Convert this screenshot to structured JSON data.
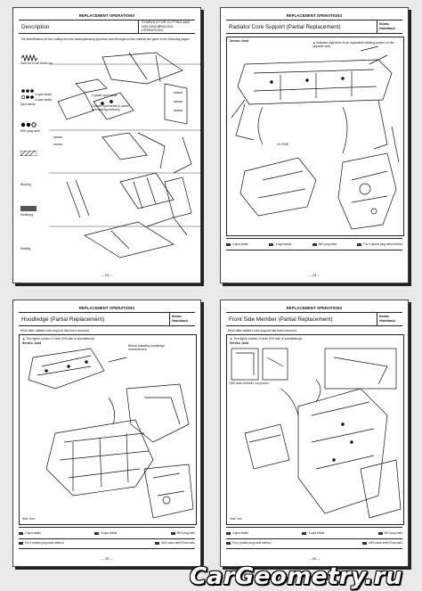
{
  "pages": [
    {
      "section": "REPLACEMENT OPERATIONS",
      "title": "Description",
      "subtitle": "SYMBOLS FOR CUTTING AND WELDING/BRAZING OPERATIONS",
      "intro": "The identification for the cutting and the welding/brazing symbols used throughout this manual are given in the following pages.",
      "symbols": [
        "Saw cut or air chisel cut",
        "Spot welds",
        "2-spot welds",
        "3-spot welds",
        "MIG plug weld",
        "Brazing",
        "Soldering",
        "Sealing"
      ],
      "callouts": [
        "2-panel spot welds",
        "3-panel spot welds (2-panel overlapping portions)"
      ],
      "page_number": "– 23 –"
    },
    {
      "section": "REPLACEMENT OPERATIONS",
      "title": "Radiator Core Support (Partial Replacement)",
      "side": [
        "Sedan",
        "Hatchback"
      ],
      "service_joint": "Service Joint",
      "note": "▲ indicates that there is an equivalent welding portion on the opposite side.",
      "lh_side": "LH SIDE",
      "legend": [
        "2-spot welds",
        "3-spot welds",
        "MIG plug weld",
        "For 4 panels plug weld method"
      ],
      "page_number": "– 24 –"
    },
    {
      "section": "REPLACEMENT OPERATIONS",
      "title": "Hoodledge (Partial Replacement)",
      "side": [
        "Sedan",
        "Hatchback"
      ],
      "bullet": "Work after radiator core support has been removed.",
      "note": "▲ This figure shows LH side (RH side is symmetrical).",
      "service_joint": "Service Joint",
      "before_text": "Before installing hoodledge reinforcement",
      "unit": "Unit: mm",
      "legend": [
        "2-spot welds",
        "3-spot welds",
        "MIG plug weld",
        "For 4 panels plug weld method",
        "MIG seam weld Point weld"
      ],
      "page_number": "– 25 –"
    },
    {
      "section": "REPLACEMENT OPERATIONS",
      "title": "Front Side Member (Partial Replacement)",
      "side": [
        "Sedan",
        "Hatchback"
      ],
      "bullet": "Work after radiator core support has been removed.",
      "note": "▲ This figure shows LH side (RH side is symmetrical).",
      "service_joint": "Service Joint",
      "cut_text": "MIG side member cut portion",
      "unit": "Unit: mm",
      "legend": [
        "2-spot welds",
        "3-spot welds",
        "MIG plug weld",
        "For 4 panels plug weld method",
        "MIG seam weld Point weld"
      ],
      "page_number": "– 26 –"
    }
  ],
  "watermark": "CarGeometry.ru"
}
